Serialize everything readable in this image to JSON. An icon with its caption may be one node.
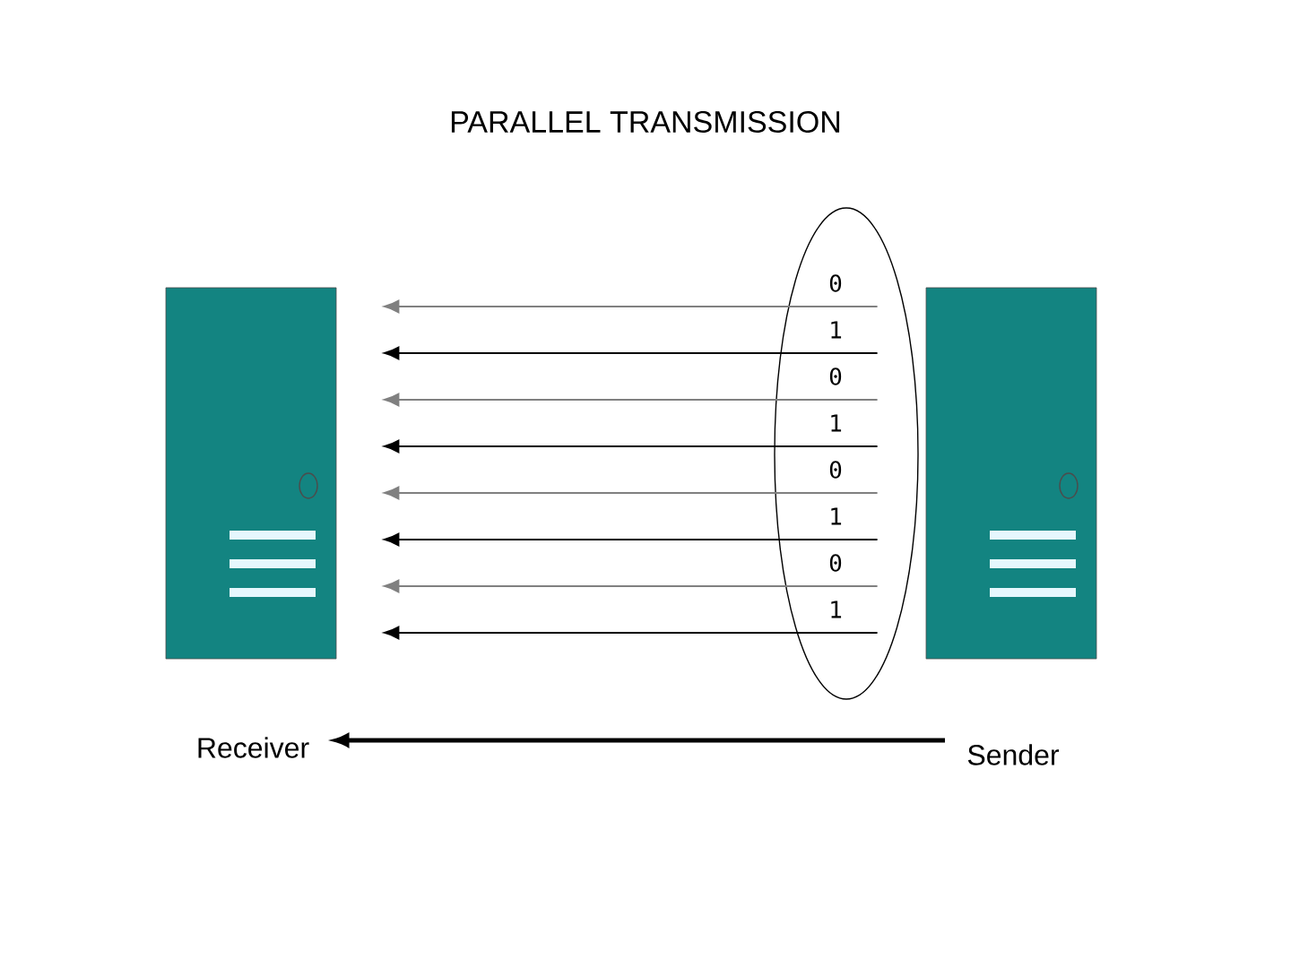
{
  "diagram": {
    "title": "PARALLEL TRANSMISSION",
    "nodes": [
      {
        "text": [],
        "shape": "box"
      },
      {
        "text": [],
        "shape": "box"
      },
      {
        "text": [
          "Receiver"
        ]
      },
      {
        "text": [
          "Sender"
        ]
      }
    ],
    "edges": [
      {
        "from": 1,
        "to": 0,
        "arrow": "to",
        "label": "0",
        "color": "#808080"
      },
      {
        "from": 1,
        "to": 0,
        "arrow": "to",
        "label": "1"
      },
      {
        "from": 1,
        "to": 0,
        "arrow": "to",
        "label": "0",
        "color": "#808080"
      },
      {
        "from": 1,
        "to": 0,
        "arrow": "to",
        "label": "1"
      },
      {
        "from": 1,
        "to": 0,
        "arrow": "to",
        "label": "0",
        "color": "#808080"
      },
      {
        "from": 1,
        "to": 0,
        "arrow": "to",
        "label": "1"
      },
      {
        "from": 1,
        "to": 0,
        "arrow": "to",
        "label": "0",
        "color": "#808080"
      },
      {
        "from": 1,
        "to": 0,
        "arrow": "to",
        "label": "1"
      },
      {
        "from": 3,
        "to": 2,
        "arrow": "to",
        "style": "thick"
      }
    ]
  }
}
